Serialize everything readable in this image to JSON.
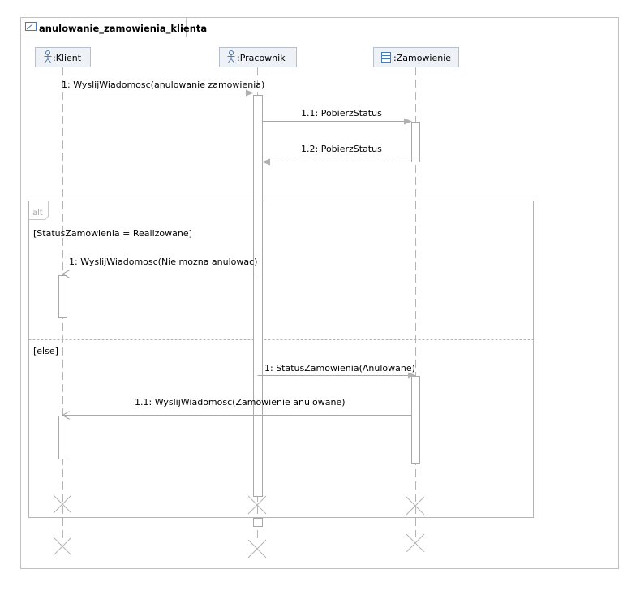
{
  "diagram": {
    "title": "anulowanie_zamowienia_klienta",
    "lifelines": [
      {
        "id": "klient",
        "label": ":Klient",
        "kind": "actor"
      },
      {
        "id": "pracownik",
        "label": ":Pracownik",
        "kind": "actor"
      },
      {
        "id": "zamowienie",
        "label": ":Zamowienie",
        "kind": "class"
      }
    ],
    "messages": [
      {
        "id": "m1",
        "label": "1: WyslijWiadomosc(anulowanie zamowienia)",
        "from": "klient",
        "to": "pracownik",
        "kind": "sync"
      },
      {
        "id": "m2",
        "label": "1.1: PobierzStatus",
        "from": "pracownik",
        "to": "zamowienie",
        "kind": "sync"
      },
      {
        "id": "m3",
        "label": "1.2: PobierzStatus",
        "from": "zamowienie",
        "to": "pracownik",
        "kind": "reply"
      },
      {
        "id": "m4",
        "label": "1: WyslijWiadomosc(Nie mozna anulowac)",
        "from": "pracownik",
        "to": "klient",
        "kind": "async"
      },
      {
        "id": "m5",
        "label": "1: StatusZamowienia(Anulowane)",
        "from": "pracownik",
        "to": "zamowienie",
        "kind": "sync"
      },
      {
        "id": "m6",
        "label": "1.1: WyslijWiadomosc(Zamowienie anulowane)",
        "from": "zamowienie",
        "to": "klient",
        "kind": "async"
      }
    ],
    "fragment": {
      "operator": "alt",
      "guards": [
        "[StatusZamowienia = Realizowane]",
        "[else]"
      ]
    }
  }
}
